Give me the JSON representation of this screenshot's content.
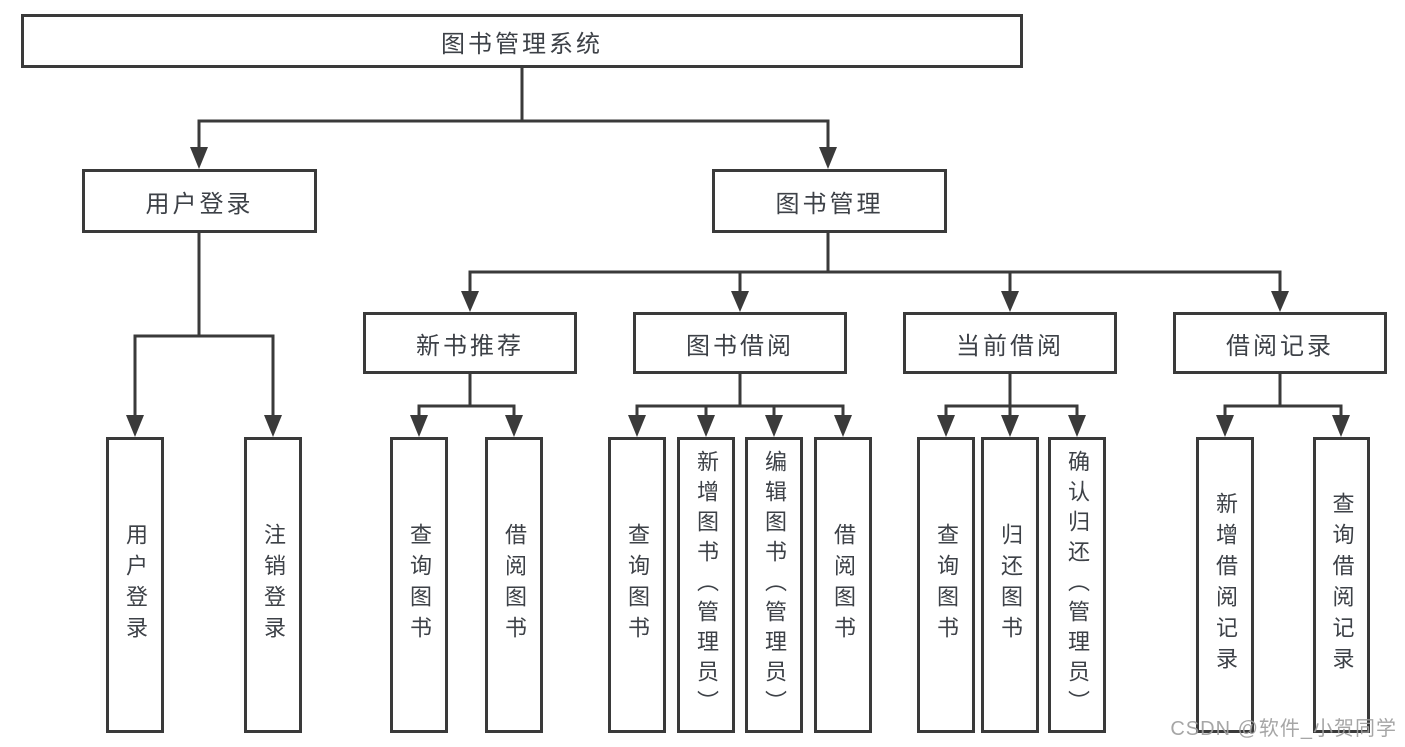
{
  "diagram": {
    "title": "图书管理系统",
    "root": {
      "label": "图书管理系统"
    },
    "level2": [
      {
        "label": "用户登录"
      },
      {
        "label": "图书管理"
      }
    ],
    "level3": [
      {
        "label": "新书推荐"
      },
      {
        "label": "图书借阅"
      },
      {
        "label": "当前借阅"
      },
      {
        "label": "借阅记录"
      }
    ],
    "leaves": {
      "user_login": [
        "用户登录",
        "注销登录"
      ],
      "new_book": [
        "查询图书",
        "借阅图书"
      ],
      "book_borrow": [
        "查询图书",
        "新增图书（管理员）",
        "编辑图书（管理员）",
        "借阅图书"
      ],
      "current_borrow": [
        "查询图书",
        "归还图书",
        "确认归还（管理员）"
      ],
      "borrow_records": [
        "新增借阅记录",
        "查询借阅记录"
      ]
    }
  },
  "watermark": {
    "text": "CSDN @软件_小贺同学"
  },
  "colors": {
    "line": "#3a3a3a",
    "text": "#3d4147",
    "watermark": "#9e9e9e",
    "background": "#ffffff"
  }
}
